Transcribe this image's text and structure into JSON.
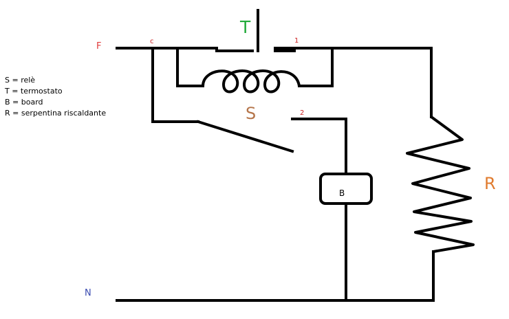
{
  "labels": {
    "phase": "F",
    "neutral": "N",
    "thermostat": "T",
    "relay": "S",
    "resistor": "R",
    "board": "B",
    "contact_common": "c",
    "contact_1": "1",
    "contact_2": "2"
  },
  "legend": [
    "S = relè",
    "T = termostato",
    "B = board",
    "R = serpentina riscaldante"
  ],
  "colors": {
    "wire": "#000000",
    "phase_label": "#e03a3a",
    "neutral_label": "#3a4bb0",
    "thermostat_label": "#22aa3a",
    "relay_label": "#b5754a",
    "resistor_label": "#e07b2e",
    "contact_label": "#cc2222"
  }
}
